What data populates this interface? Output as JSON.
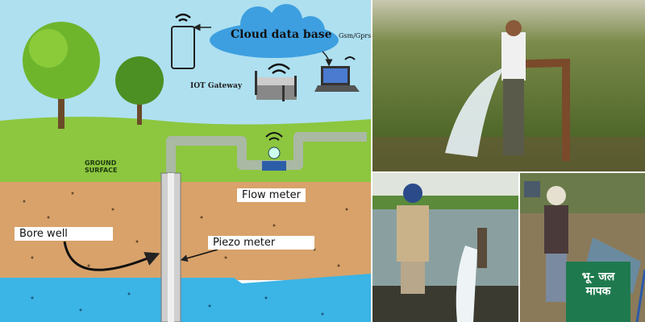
{
  "diagram": {
    "cloud_label": "Cloud data base",
    "network_label": "Gsm/Gprs",
    "gateway_label": "IOT Gateway",
    "ground_label_1": "GROUND",
    "ground_label_2": "SURFACE",
    "flow_meter_label": "Flow meter",
    "bore_well_label": "Bore well",
    "piezo_meter_label": "Piezo meter"
  },
  "photos": {
    "sign_line_1": "भू- जल",
    "sign_line_2": "मापक"
  },
  "colors": {
    "sky": "#aee0f0",
    "grass": "#8dc63f",
    "soil": "#d8a26a",
    "water": "#3bb4e6",
    "cloud": "#3d9fe0"
  }
}
